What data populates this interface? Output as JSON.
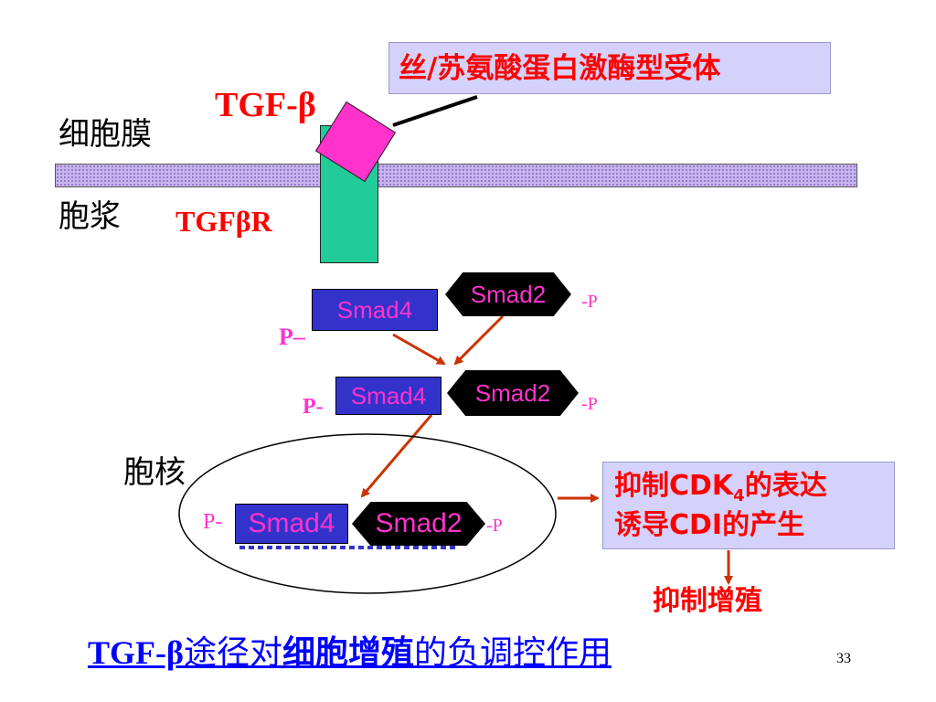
{
  "receptor_label": "丝/苏氨酸蛋白激酶型受体",
  "ligand_label": "TGF-β",
  "membrane_label": "细胞膜",
  "cytoplasm_label": "胞浆",
  "receptor_name": "TGFβR",
  "nucleus_label": "胞核",
  "complex1": {
    "smad4": "Smad4",
    "smad2": "Smad2",
    "p_left": "P–",
    "p_right": "-P"
  },
  "complex2": {
    "smad4": "Smad4",
    "smad2": "Smad2",
    "p_left": "P-",
    "p_right": "-P"
  },
  "complex3": {
    "smad4": "Smad4",
    "smad2": "Smad2",
    "p_left": "P-",
    "p_right": "-P"
  },
  "effect_box": {
    "line1_a": "抑制CDK",
    "line1_sub": "4",
    "line1_b": "的表达",
    "line2": "诱导CDI的产生"
  },
  "result_label": "抑制增殖",
  "title": {
    "part1": "TGF-β",
    "part2": "途径对",
    "part3": "细胞增殖",
    "part4": "的负调控作用"
  },
  "page_number": "33",
  "colors": {
    "red": "#ff0000",
    "magenta": "#ff33cc",
    "smad4_blue": "#3333cc",
    "receptor_green": "#22cc99",
    "arrow": "#cc3300",
    "title_blue": "#0000ff"
  }
}
